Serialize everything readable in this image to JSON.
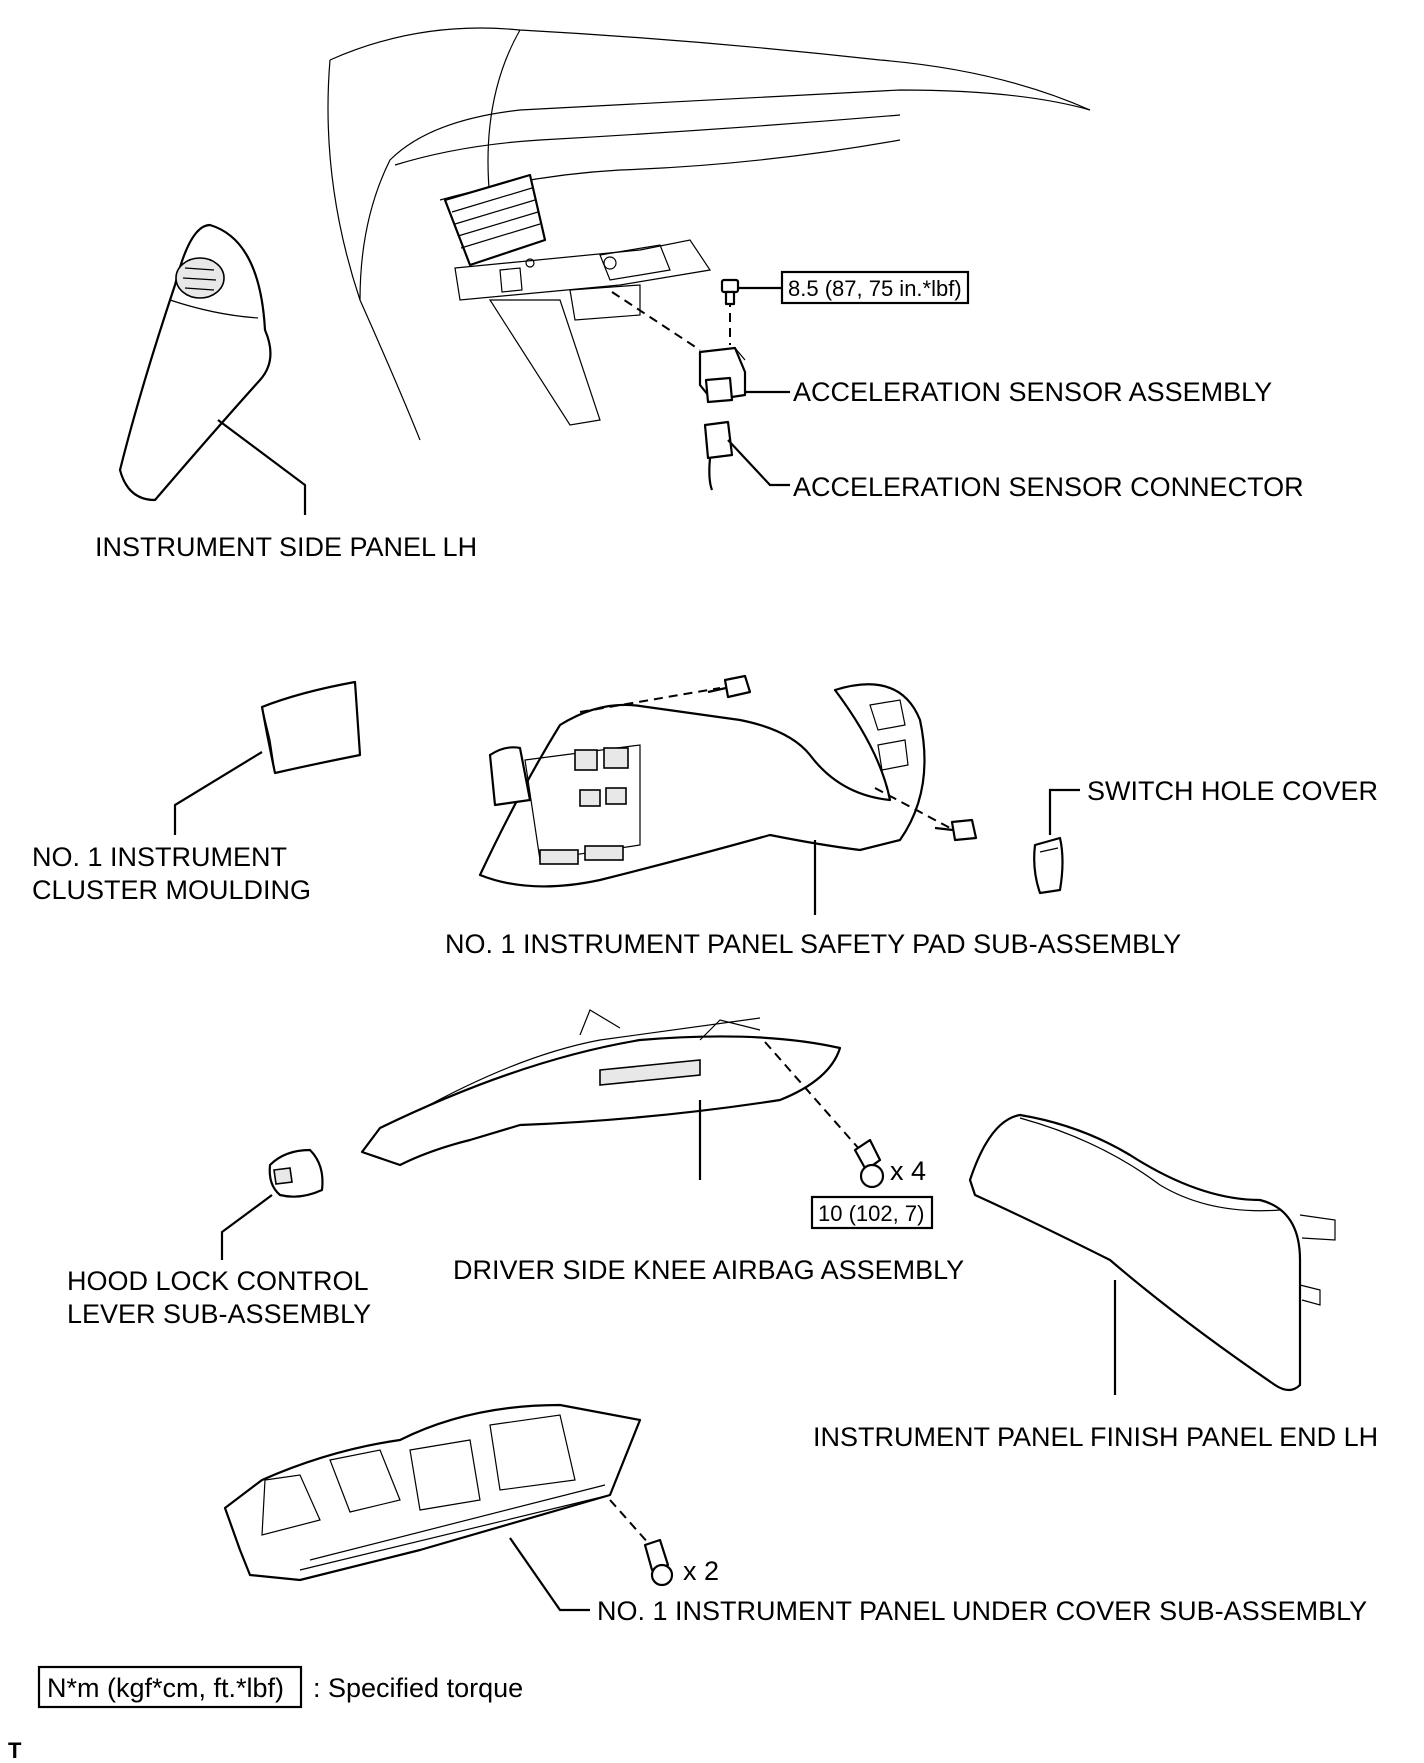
{
  "labels": {
    "acceleration_sensor_assembly": "ACCELERATION SENSOR ASSEMBLY",
    "acceleration_sensor_connector": "ACCELERATION SENSOR CONNECTOR",
    "instrument_side_panel_lh": "INSTRUMENT SIDE PANEL LH",
    "switch_hole_cover": "SWITCH HOLE COVER",
    "cluster_moulding_line1": "NO. 1 INSTRUMENT",
    "cluster_moulding_line2": "CLUSTER MOULDING",
    "safety_pad": "NO. 1 INSTRUMENT PANEL SAFETY PAD SUB-ASSEMBLY",
    "hood_lock_line1": "HOOD LOCK CONTROL",
    "hood_lock_line2": "LEVER SUB-ASSEMBLY",
    "knee_airbag": "DRIVER SIDE KNEE AIRBAG ASSEMBLY",
    "finish_panel_end": "INSTRUMENT PANEL FINISH PANEL END LH",
    "under_cover": "NO. 1 INSTRUMENT PANEL UNDER COVER SUB-ASSEMBLY"
  },
  "torques": {
    "sensor_bolt": "8.5 (87, 75 in.*lbf)",
    "knee_airbag_bolt": "10 (102, 7)"
  },
  "quantities": {
    "knee_airbag_bolts": "x 4",
    "under_cover_bolts": "x 2"
  },
  "legend": {
    "box_text": "N*m (kgf*cm, ft.*lbf)",
    "description": ": Specified torque"
  },
  "corner_mark": "T"
}
